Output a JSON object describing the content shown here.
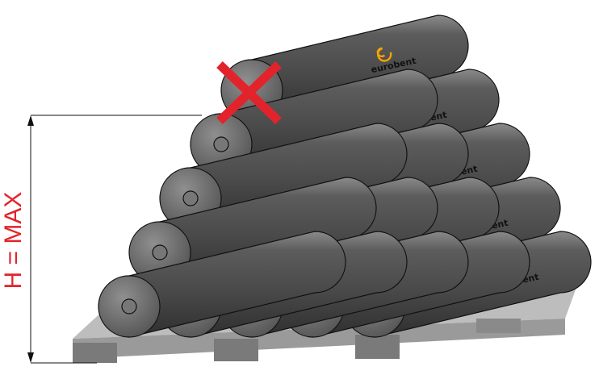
{
  "height_label": "H = MAX",
  "brand_text": "eurobent",
  "colors": {
    "accent_red": "#e3232b",
    "logo_orange": "#f5a400",
    "roll_body": "#4b4b4b",
    "roll_end": "#6d6d6d",
    "pallet": "#8c8c8c"
  },
  "icons": [
    "forbidden-cross-icon",
    "eurobent-logo-icon"
  ],
  "stack": {
    "rows": [
      5,
      4,
      3,
      2,
      1
    ],
    "top_roll_forbidden": true
  }
}
